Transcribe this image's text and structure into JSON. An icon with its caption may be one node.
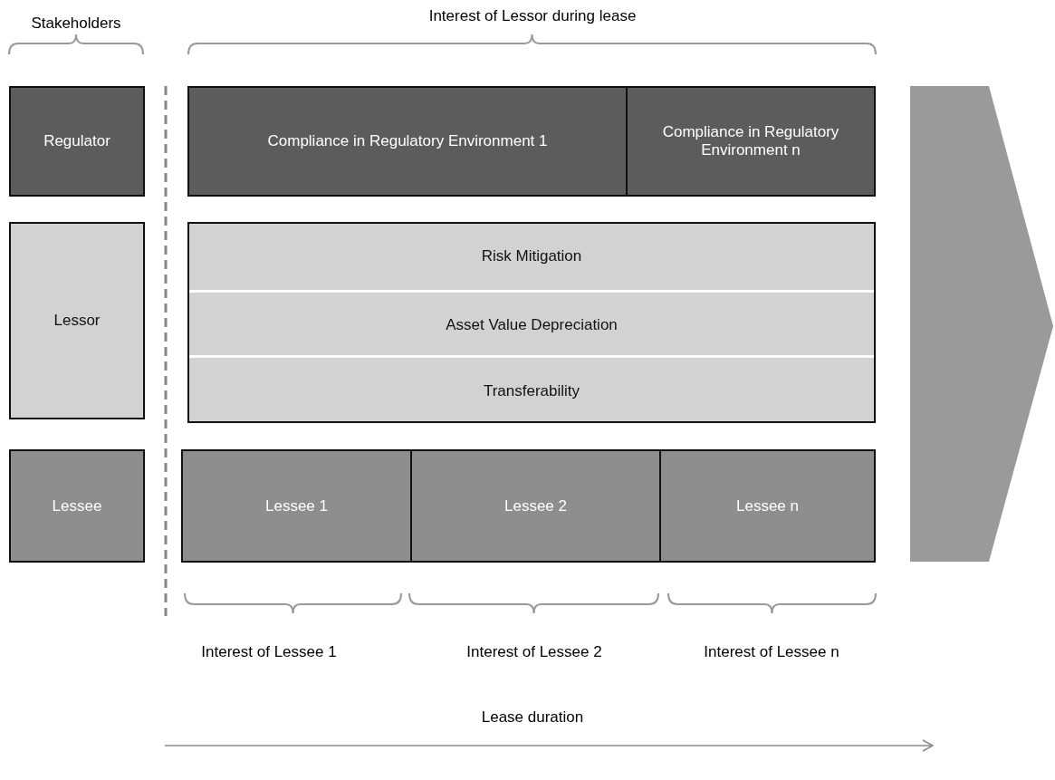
{
  "diagram": {
    "nodes": [
      {
        "text": [
          "Regulator"
        ]
      },
      {
        "text": [
          "Lessor"
        ]
      },
      {
        "text": [
          "Lessee"
        ]
      },
      {
        "text": [
          "Compliance in Regulatory Environment 1"
        ]
      },
      {
        "text": [
          "Compliance in Regulatory Environment n"
        ]
      },
      {
        "text": [
          "Risk Mitigation",
          "Asset Value Depreciation",
          "Transferability"
        ]
      },
      {
        "text": [
          "Lessee 1"
        ]
      },
      {
        "text": [
          "Lessee 2"
        ]
      },
      {
        "text": [
          "Lessee n"
        ]
      }
    ],
    "labels": [
      "Stakeholders",
      "Interest of Lessor during lease",
      "Interest of Lessee 1",
      "Interest of Lessee 2",
      "Interest of Lessee n",
      "Lease duration"
    ]
  }
}
